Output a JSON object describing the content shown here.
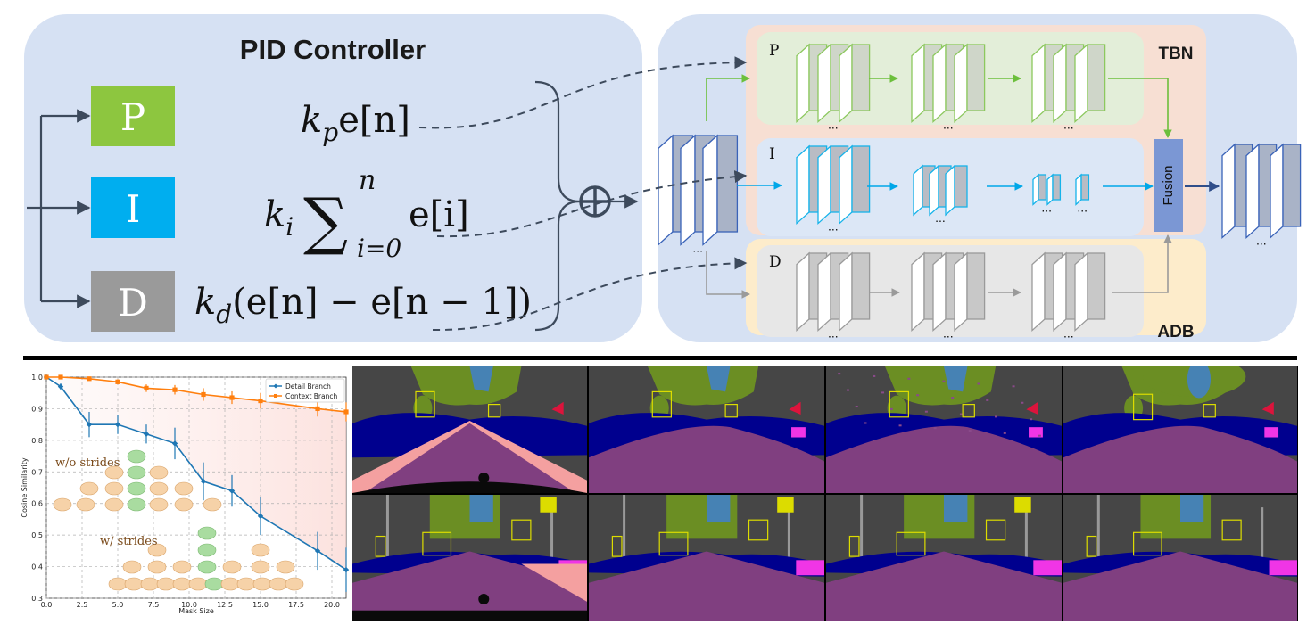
{
  "pid": {
    "title": "PID Controller",
    "blocks": [
      {
        "letter": "P",
        "color": "#8DC63F"
      },
      {
        "letter": "I",
        "color": "#00AEEF"
      },
      {
        "letter": "D",
        "color": "#9A9A9A"
      }
    ],
    "formulas": {
      "p": {
        "k": "k",
        "sub": "p",
        "rest": "e[n]"
      },
      "i": {
        "k": "k",
        "sub": "i",
        "sum": "∑",
        "upper": "n",
        "lower": "i=0",
        "rest": "e[i]"
      },
      "d": {
        "k": "k",
        "sub": "d",
        "rest": "(e[n] − e[n − 1])"
      }
    },
    "sum_symbol": "⊕"
  },
  "network": {
    "branch_labels": {
      "p": "P",
      "i": "I",
      "d": "D"
    },
    "tbn_label": "TBN",
    "adb_label": "ADB",
    "fusion_label": "Fusion",
    "ellipsis": "..."
  },
  "chart_data": {
    "type": "line",
    "x": [
      0,
      1,
      3,
      5,
      7,
      9,
      11,
      13,
      15,
      19,
      21
    ],
    "series": [
      {
        "name": "Detail Branch",
        "color": "#1f77b4",
        "values": [
          1.0,
          0.97,
          0.85,
          0.85,
          0.82,
          0.79,
          0.67,
          0.64,
          0.56,
          0.45,
          0.39
        ],
        "err": [
          0.0,
          0.01,
          0.04,
          0.03,
          0.03,
          0.05,
          0.06,
          0.05,
          0.06,
          0.06,
          0.07
        ]
      },
      {
        "name": "Context Branch",
        "color": "#ff7f0e",
        "values": [
          1.0,
          1.0,
          0.995,
          0.985,
          0.965,
          0.96,
          0.945,
          0.935,
          0.925,
          0.9,
          0.89
        ],
        "err": [
          0.0,
          0.003,
          0.005,
          0.008,
          0.012,
          0.015,
          0.02,
          0.02,
          0.025,
          0.025,
          0.03
        ]
      }
    ],
    "xlabel": "Mask Size",
    "ylabel": "Cosine Similarity",
    "xlim": [
      0,
      21
    ],
    "ylim": [
      0.3,
      1.0
    ],
    "xticks": [
      "0.0",
      "2.5",
      "5.0",
      "7.5",
      "10.0",
      "12.5",
      "15.0",
      "17.5",
      "20.0"
    ],
    "yticks": [
      "0.3",
      "0.4",
      "0.5",
      "0.6",
      "0.7",
      "0.8",
      "0.9",
      "1.0"
    ],
    "grid": true,
    "legend": "top-right",
    "inset_labels": [
      "w/o strides",
      "w/ strides"
    ]
  },
  "segmentation": {
    "colors": {
      "sky": "#464646",
      "vegetation": "#6B8E23",
      "road": "#803F80",
      "car": "#00008E",
      "sidewalk": "#F4A0A0",
      "pole": "#999999",
      "sign": "#DCDC00",
      "person": "#DC143C",
      "water": "#4682B4",
      "magenta": "#F035E6",
      "black": "#0A0A0A"
    }
  }
}
